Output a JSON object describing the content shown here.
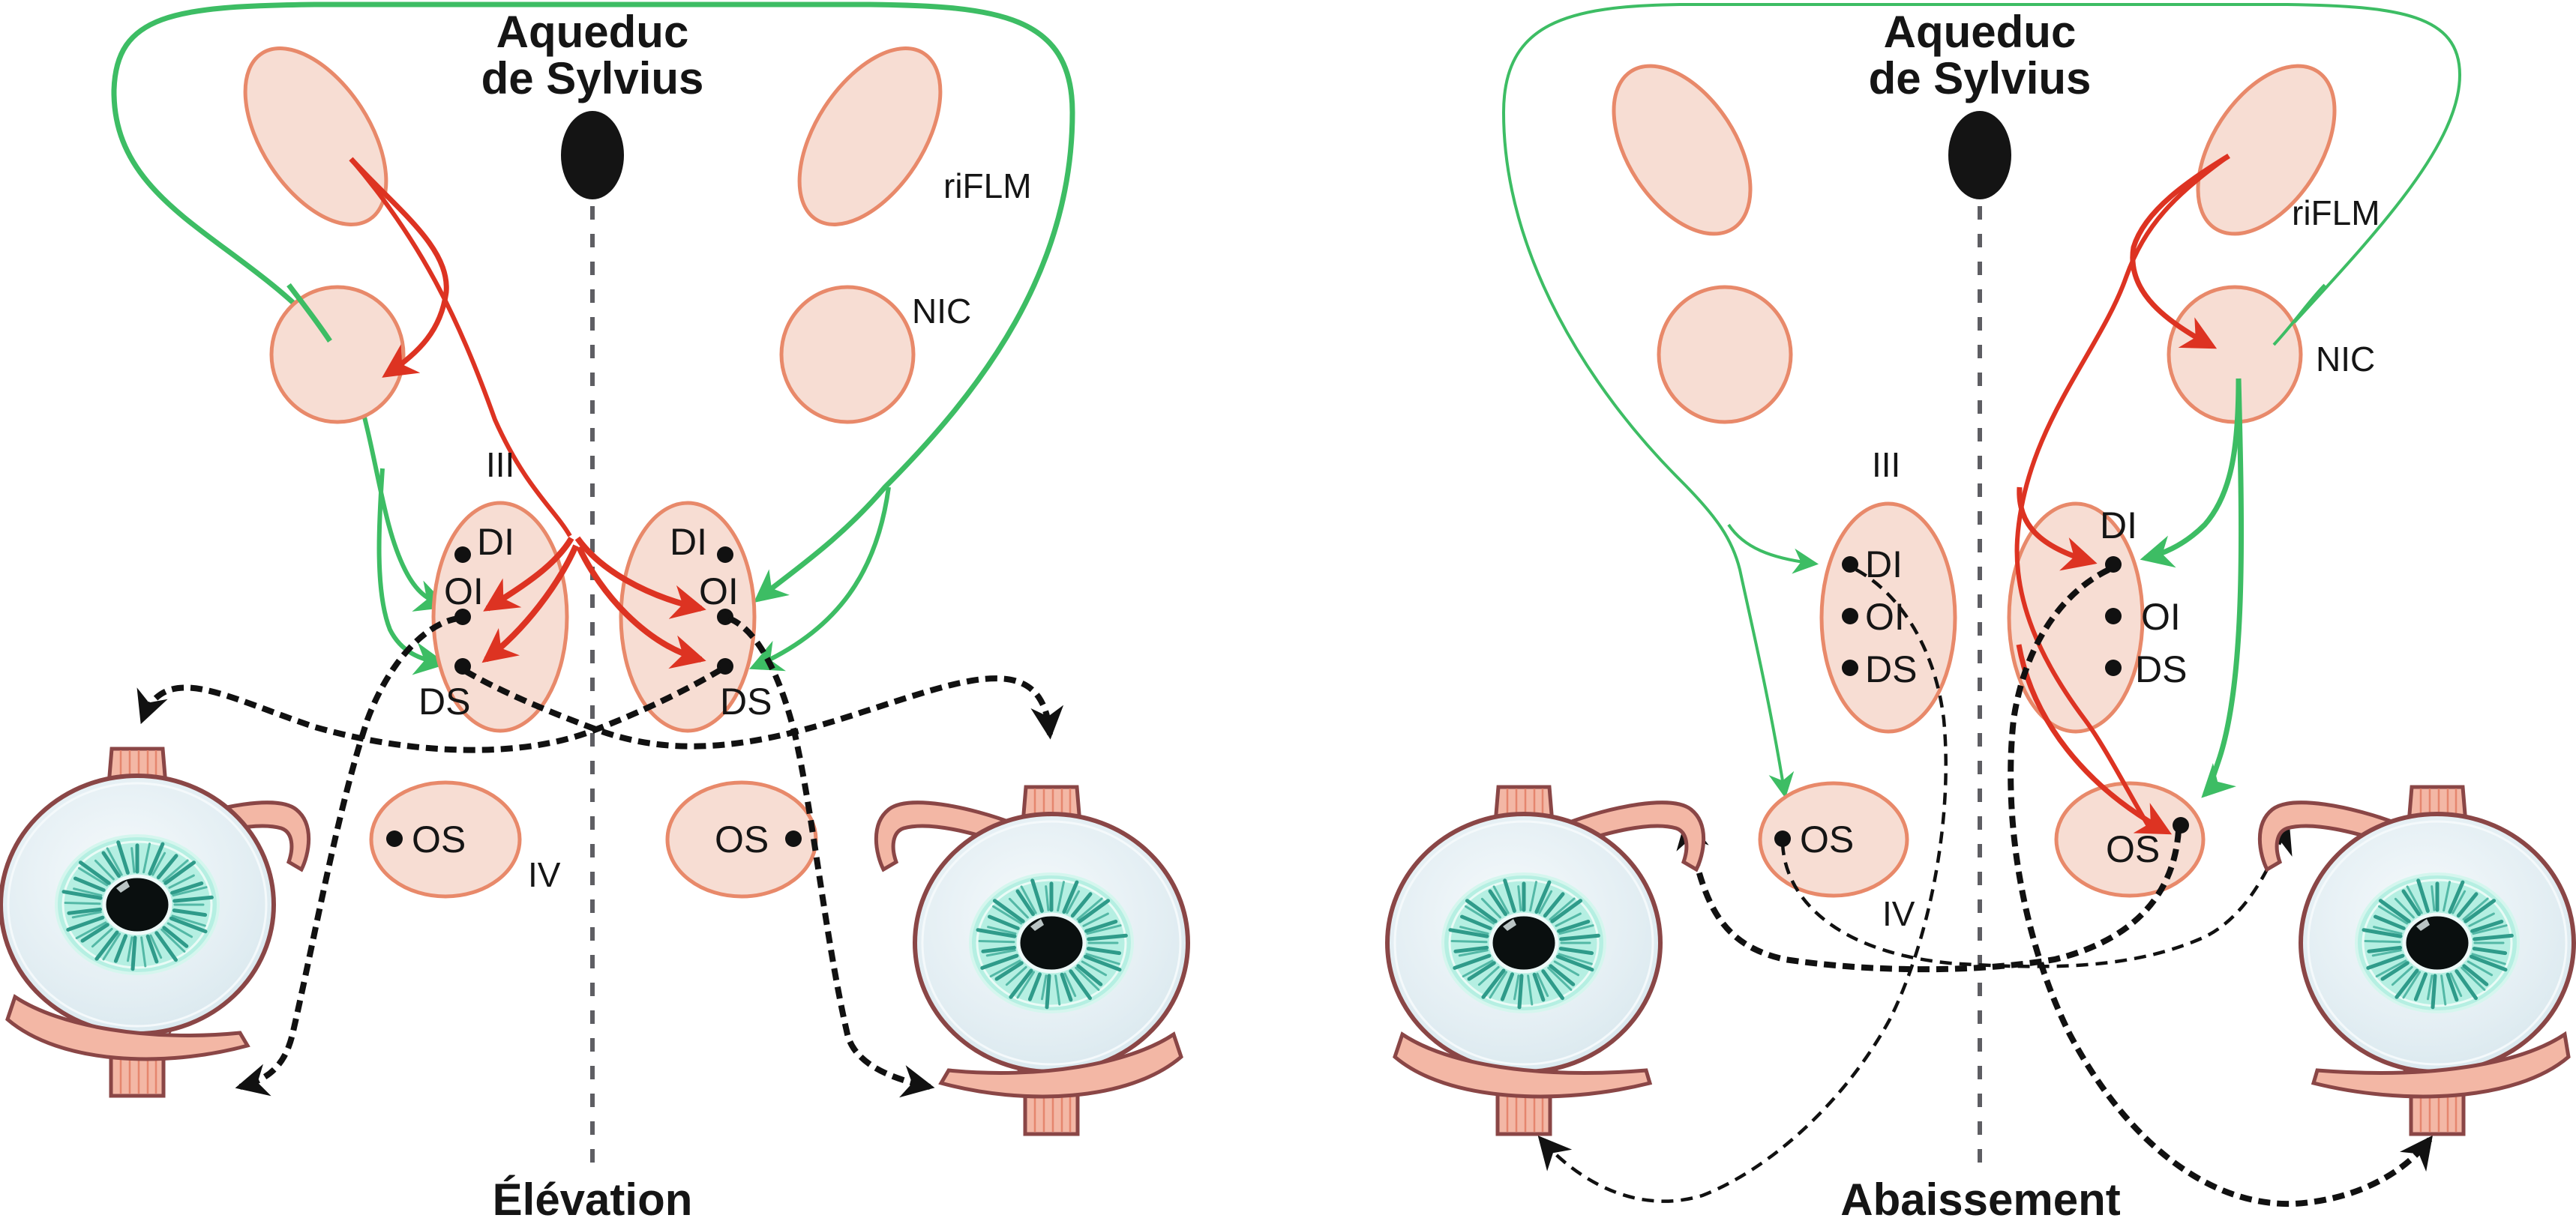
{
  "panels": [
    {
      "id": "elevation",
      "title_line1": "Aqueduc",
      "title_line2": "de Sylvius",
      "caption": "Élévation",
      "labels": {
        "riflm": "riFLM",
        "nic": "NIC",
        "cn3": "III",
        "cn4": "IV",
        "left_di": "DI",
        "left_oi": "OI",
        "left_ds": "DS",
        "right_di": "DI",
        "right_oi": "OI",
        "right_ds": "DS",
        "left_os": "OS",
        "right_os": "OS"
      }
    },
    {
      "id": "abaissement",
      "title_line1": "Aqueduc",
      "title_line2": "de Sylvius",
      "caption": "Abaissement",
      "labels": {
        "riflm": "riFLM",
        "nic": "NIC",
        "cn3": "III",
        "cn4": "IV",
        "left_di": "DI",
        "left_oi": "OI",
        "left_ds": "DS",
        "right_di": "DI",
        "right_oi": "OI",
        "right_ds": "DS",
        "left_os": "OS",
        "right_os": "OS"
      }
    }
  ],
  "legend_colors": {
    "excitatory_pathway": "#3dbd64",
    "riflm_pathway": "#dd3322",
    "motor_projection": "#111111",
    "nucleus_fill": "#f7ddd3",
    "nucleus_stroke": "#e8896a"
  }
}
